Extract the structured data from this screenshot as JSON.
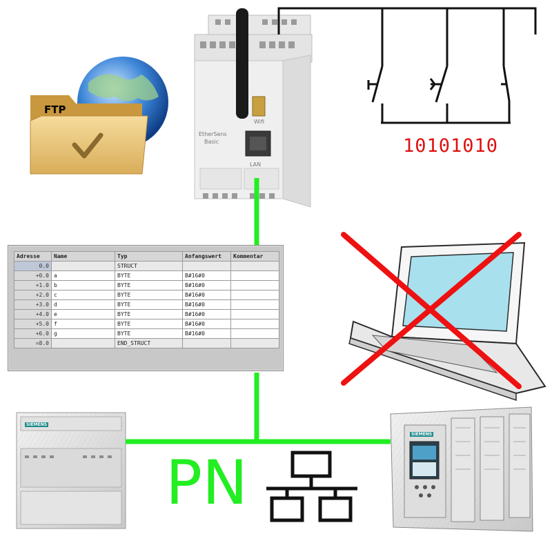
{
  "colors": {
    "network_line": "#22ee22",
    "binary_text": "#e01010",
    "cross": "#ee1111",
    "pn_text": "#22ee22",
    "folder": "#e8c878",
    "laptop_screen": "#a8e0ee"
  },
  "ftp": {
    "label": "FTP",
    "icon": "ftp-folder-globe-icon"
  },
  "gateway": {
    "name_line1": "EtherSens",
    "name_line2": "Basic",
    "wifi_label": "Wifi",
    "lan_label": "LAN"
  },
  "switches": {
    "binary_value": "10101010"
  },
  "data_block": {
    "headers": [
      "Adresse",
      "Name",
      "Typ",
      "Anfangswert",
      "Kommentar"
    ],
    "rows": [
      {
        "address": "0.0",
        "name": "",
        "type": "STRUCT",
        "initial": "",
        "comment": ""
      },
      {
        "address": "+0.0",
        "name": "a",
        "type": "BYTE",
        "initial": "B#16#0",
        "comment": ""
      },
      {
        "address": "+1.0",
        "name": "b",
        "type": "BYTE",
        "initial": "B#16#0",
        "comment": ""
      },
      {
        "address": "+2.0",
        "name": "c",
        "type": "BYTE",
        "initial": "B#16#0",
        "comment": ""
      },
      {
        "address": "+3.0",
        "name": "d",
        "type": "BYTE",
        "initial": "B#16#0",
        "comment": ""
      },
      {
        "address": "+4.0",
        "name": "e",
        "type": "BYTE",
        "initial": "B#16#0",
        "comment": ""
      },
      {
        "address": "+5.0",
        "name": "f",
        "type": "BYTE",
        "initial": "B#16#0",
        "comment": ""
      },
      {
        "address": "+6.0",
        "name": "g",
        "type": "BYTE",
        "initial": "B#16#0",
        "comment": ""
      },
      {
        "address": "=8.0",
        "name": "",
        "type": "END_STRUCT",
        "initial": "",
        "comment": ""
      }
    ]
  },
  "laptop": {
    "icon": "crossed-out-laptop-icon"
  },
  "plc_small": {
    "brand": "SIEMENS"
  },
  "plc_large": {
    "brand": "SIEMENS"
  },
  "network": {
    "label": "PN",
    "icon": "network-topology-icon"
  }
}
